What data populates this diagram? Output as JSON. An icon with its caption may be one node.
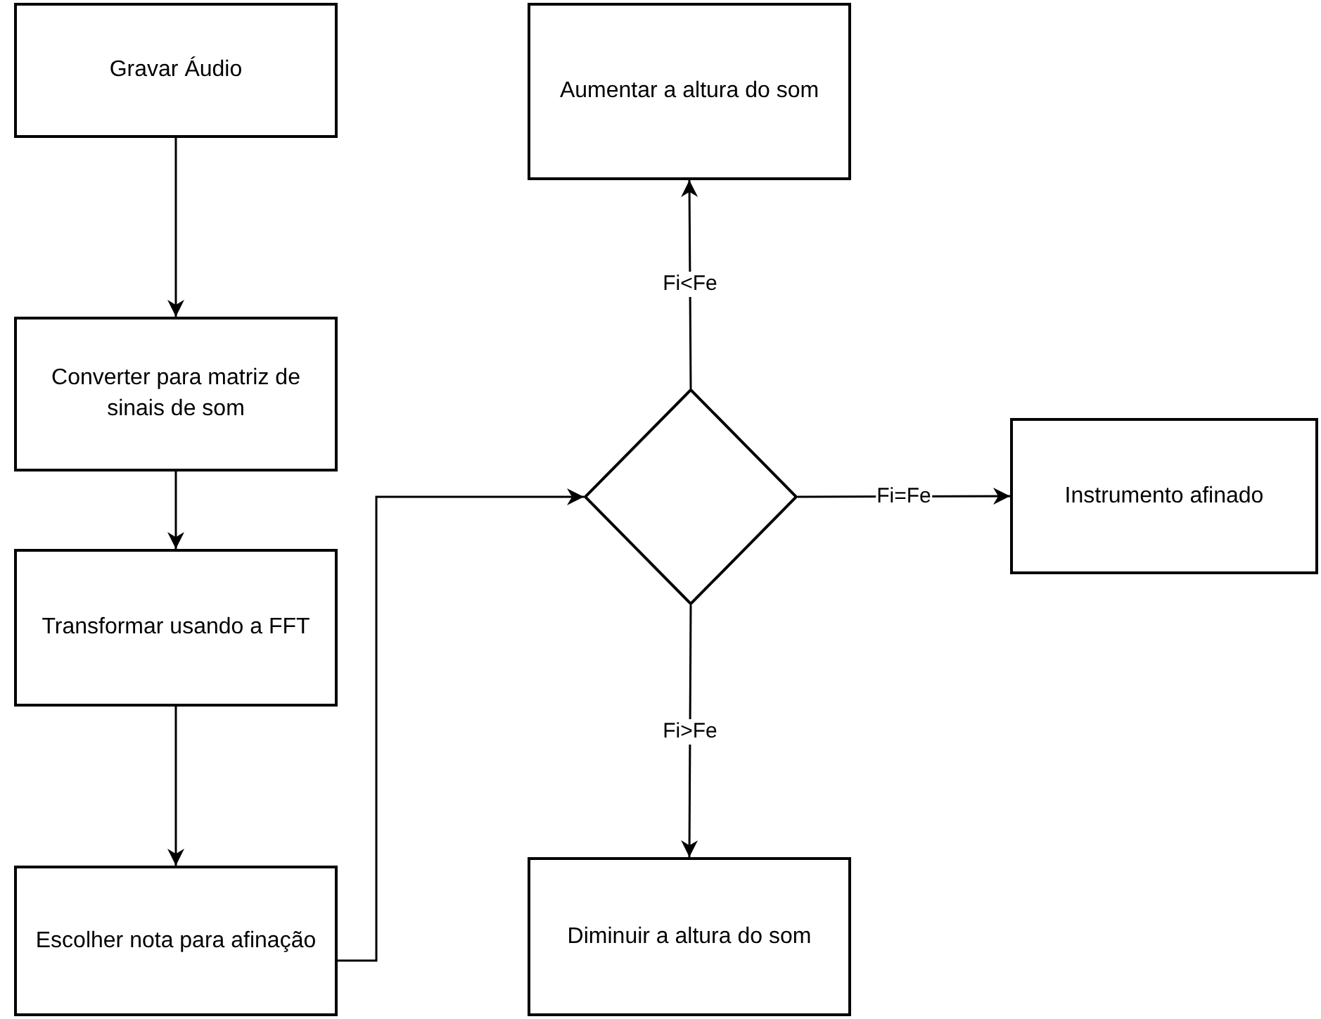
{
  "diagram": {
    "nodes": [
      {
        "text": [
          "Gravar Áudio"
        ]
      },
      {
        "text": [
          "Converter para matriz de sinais de som"
        ]
      },
      {
        "text": [
          "Transformar usando a FFT"
        ]
      },
      {
        "text": [
          "Escolher nota para afinação"
        ]
      },
      {
        "text": [],
        "shape": "diamond"
      },
      {
        "text": [
          "Aumentar a altura do som"
        ]
      },
      {
        "text": [
          "Instrumento afinado"
        ]
      },
      {
        "text": [
          "Diminuir a altura do som"
        ]
      }
    ],
    "edges": [
      {
        "from": 0,
        "to": 1,
        "arrow": "to"
      },
      {
        "from": 1,
        "to": 2,
        "arrow": "to"
      },
      {
        "from": 2,
        "to": 3,
        "arrow": "to"
      },
      {
        "from": 3,
        "to": 4,
        "arrow": "to"
      },
      {
        "from": 4,
        "to": 5,
        "arrow": "to",
        "label": "Fi<Fe"
      },
      {
        "from": 4,
        "to": 6,
        "arrow": "to",
        "label": "Fi=Fe"
      },
      {
        "from": 4,
        "to": 7,
        "arrow": "to",
        "label": "Fi>Fe"
      }
    ]
  }
}
